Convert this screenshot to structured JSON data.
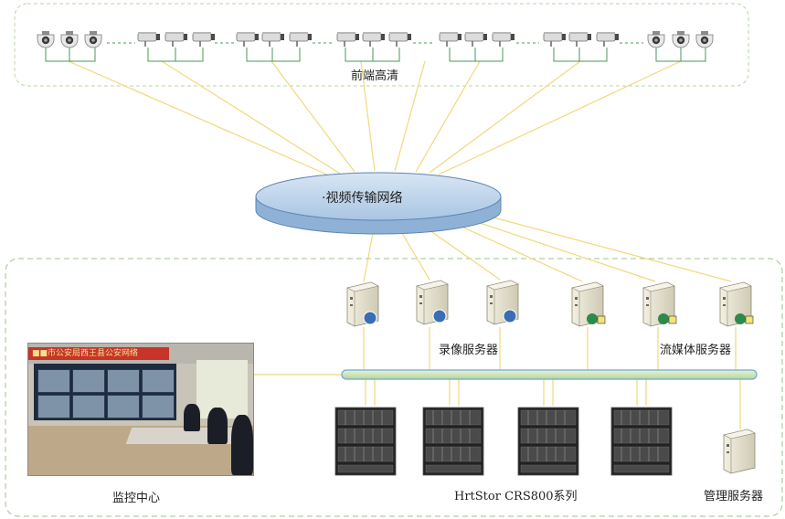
{
  "labels": {
    "front_hd": "前端高清",
    "network": "·视频传输网络",
    "recording": "录像服务器",
    "streaming": "流媒体服务器",
    "control_center": "监控中心",
    "storage": "HrtStor CRS800系列",
    "management": "管理服务器"
  },
  "control_photo": {
    "banner_text": "■■市公安局西王县公安网络"
  },
  "colors": {
    "link_line": "#f0d97c",
    "group_line": "#4a9a57",
    "border_dash": "#9cc48a",
    "network_fill": "#bcd3ea",
    "network_side": "#8fb1d6",
    "bus_fill": "#cfe3b8",
    "bus_stroke": "#6fa8d0",
    "server_body": "#e8e4d2",
    "storage_body": "#1e1e1e"
  },
  "icons": {
    "dome_camera": "dome-camera-icon",
    "bullet_camera": "bullet-camera-icon",
    "server": "server-icon",
    "storage_array": "storage-array-icon",
    "network_cloud": "network-ellipse"
  }
}
